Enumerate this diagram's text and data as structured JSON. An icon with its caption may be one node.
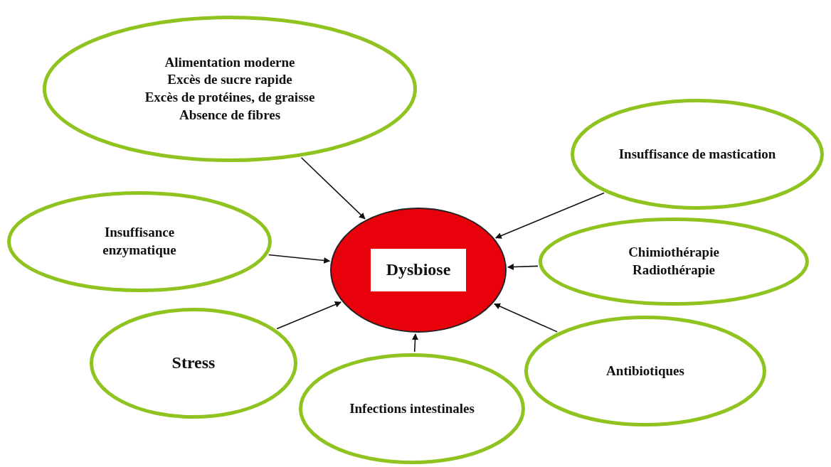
{
  "diagram": {
    "nodes": [
      {
        "text": [
          "Dysbiose"
        ]
      },
      {
        "text": [
          "Alimentation moderne",
          "Excès de sucre rapide",
          "Excès de protéines, de graisse",
          "Absence de fibres"
        ]
      },
      {
        "text": [
          "Insuffisance de mastication"
        ]
      },
      {
        "text": [
          "Insuffisance enzymatique"
        ]
      },
      {
        "text": [
          "Chimiothérapie",
          "Radiothérapie"
        ]
      },
      {
        "text": [
          "Stress"
        ]
      },
      {
        "text": [
          "Infections intestinales"
        ]
      },
      {
        "text": [
          "Antibiotiques"
        ]
      }
    ],
    "edges": [
      {
        "from": 1,
        "to": 0,
        "arrow": "to"
      },
      {
        "from": 2,
        "to": 0,
        "arrow": "to"
      },
      {
        "from": 3,
        "to": 0,
        "arrow": "to"
      },
      {
        "from": 4,
        "to": 0,
        "arrow": "to"
      },
      {
        "from": 5,
        "to": 0,
        "arrow": "to"
      },
      {
        "from": 6,
        "to": 0,
        "arrow": "to"
      },
      {
        "from": 7,
        "to": 0,
        "arrow": "to"
      }
    ]
  }
}
